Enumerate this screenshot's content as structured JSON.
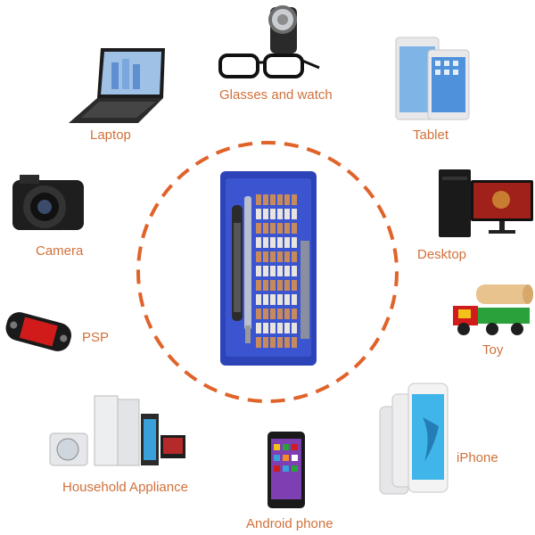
{
  "colors": {
    "label": "#d0713a",
    "circle_dash": "#e0632a",
    "toolkit_blue": "#2c44b8"
  },
  "devices": [
    {
      "key": "glasses_watch",
      "label": "Glasses and watch",
      "icon": "glasses-watch-icon"
    },
    {
      "key": "laptop",
      "label": "Laptop",
      "icon": "laptop-icon"
    },
    {
      "key": "tablet",
      "label": "Tablet",
      "icon": "tablet-icon"
    },
    {
      "key": "camera",
      "label": "Camera",
      "icon": "camera-icon"
    },
    {
      "key": "desktop",
      "label": "Desktop",
      "icon": "desktop-icon"
    },
    {
      "key": "psp",
      "label": "PSP",
      "icon": "psp-icon"
    },
    {
      "key": "toy",
      "label": "Toy",
      "icon": "toy-truck-icon"
    },
    {
      "key": "household",
      "label": "Household Appliance",
      "icon": "appliance-icon"
    },
    {
      "key": "iphone",
      "label": "iPhone",
      "icon": "iphone-icon"
    },
    {
      "key": "android",
      "label": "Android phone",
      "icon": "android-phone-icon"
    }
  ]
}
